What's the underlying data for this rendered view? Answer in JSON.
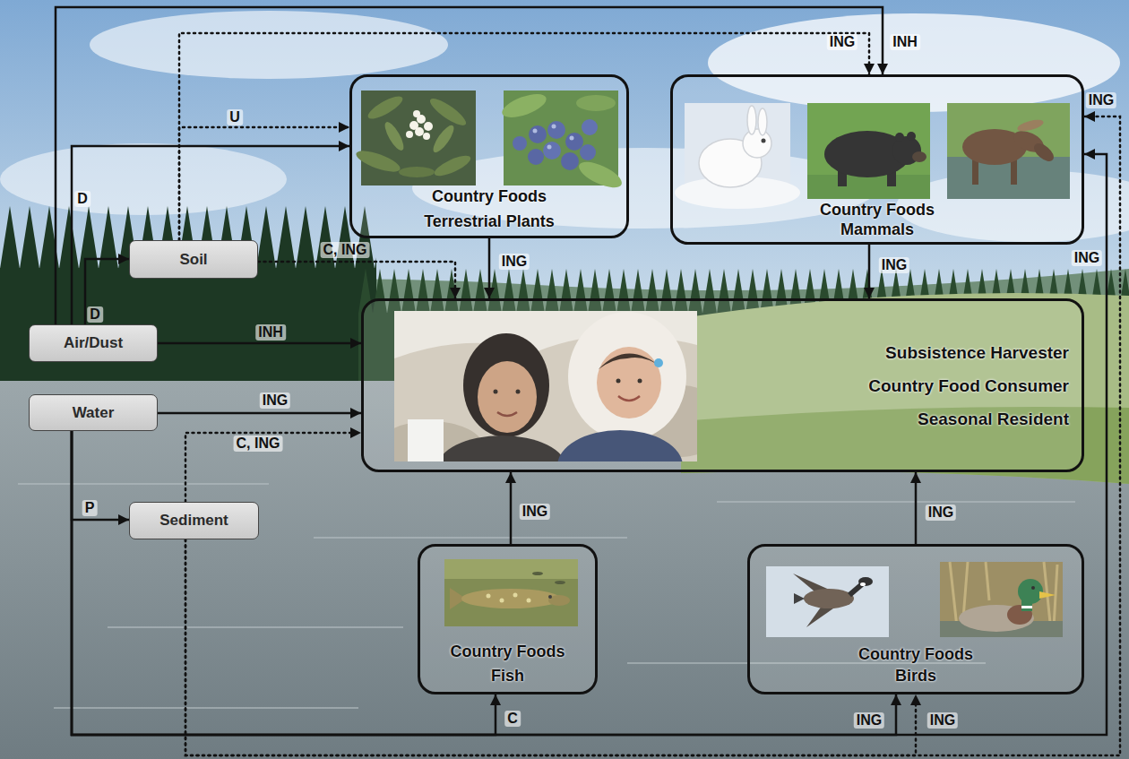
{
  "diagram": {
    "nodes": [
      {
        "text": [
          "Country Foods",
          "Terrestrial Plants"
        ]
      },
      {
        "text": [
          "Country Foods",
          "Mammals"
        ]
      },
      {
        "text": [
          "Soil"
        ]
      },
      {
        "text": [
          "Air/Dust"
        ]
      },
      {
        "text": [
          "Subsistence Harvester",
          "Country Food Consumer",
          "Seasonal Resident"
        ]
      },
      {
        "text": [
          "Water"
        ]
      },
      {
        "text": [
          "Sediment"
        ]
      },
      {
        "text": [
          "Country Foods",
          "Fish"
        ]
      },
      {
        "text": [
          "Country Foods",
          "Birds"
        ]
      }
    ],
    "edges": [
      {
        "from": 3,
        "to": 1,
        "label": "INH",
        "arrow": "to"
      },
      {
        "from": 2,
        "to": 1,
        "label": "ING",
        "arrow": "to"
      },
      {
        "from": 2,
        "to": 0,
        "label": "U",
        "arrow": "to"
      },
      {
        "from": 3,
        "to": 0,
        "label": "D",
        "arrow": "to"
      },
      {
        "from": 3,
        "to": 2,
        "label": "D",
        "arrow": "to"
      },
      {
        "from": 2,
        "to": 4,
        "label": "C, ING",
        "arrow": "to"
      },
      {
        "from": 0,
        "to": 4,
        "label": "ING",
        "arrow": "to"
      },
      {
        "from": 1,
        "to": 4,
        "label": "ING",
        "arrow": "to"
      },
      {
        "from": 3,
        "to": 4,
        "label": "INH",
        "arrow": "to"
      },
      {
        "from": 5,
        "to": 4,
        "label": "ING",
        "arrow": "to"
      },
      {
        "from": 6,
        "to": 4,
        "label": "C, ING",
        "arrow": "to"
      },
      {
        "from": 5,
        "to": 6,
        "label": "P",
        "arrow": "to"
      },
      {
        "from": 7,
        "to": 4,
        "label": "ING",
        "arrow": "to"
      },
      {
        "from": 8,
        "to": 4,
        "label": "ING",
        "arrow": "to"
      },
      {
        "from": 5,
        "to": 7,
        "label": "C",
        "arrow": "to"
      },
      {
        "from": 5,
        "to": 8,
        "label": "ING",
        "arrow": "to"
      },
      {
        "from": 6,
        "to": 8,
        "label": "ING",
        "arrow": "to"
      },
      {
        "from": 5,
        "to": 1,
        "label": "ING",
        "arrow": "to"
      },
      {
        "from": 6,
        "to": 1,
        "label": "ING",
        "arrow": "to"
      }
    ]
  }
}
